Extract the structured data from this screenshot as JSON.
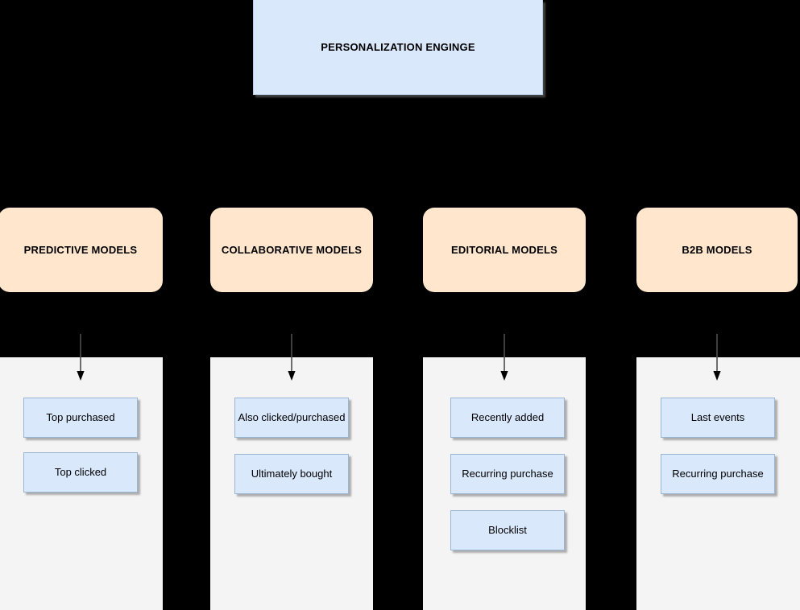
{
  "diagram": {
    "title": "PERSONALIZATION ENGINGE",
    "colors": {
      "background": "#000000",
      "engine_fill": "#dae8fc",
      "model_fill": "#ffe6cc",
      "panel_fill": "#f4f4f4",
      "item_fill": "#dae8fc",
      "arrow": "#4d4d4d"
    },
    "columns": [
      {
        "title": "PREDICTIVE MODELS",
        "items": [
          {
            "label": "Top purchased"
          },
          {
            "label": "Top clicked"
          }
        ]
      },
      {
        "title": "COLLABORATIVE MODELS",
        "items": [
          {
            "label": "Also clicked/purchased"
          },
          {
            "label": "Ultimately bought"
          }
        ]
      },
      {
        "title": "EDITORIAL MODELS",
        "items": [
          {
            "label": "Recently added"
          },
          {
            "label": "Recurring purchase"
          },
          {
            "label": "Blocklist"
          }
        ]
      },
      {
        "title": "B2B MODELS",
        "items": [
          {
            "label": "Last events"
          },
          {
            "label": "Recurring purchase"
          }
        ]
      }
    ]
  }
}
